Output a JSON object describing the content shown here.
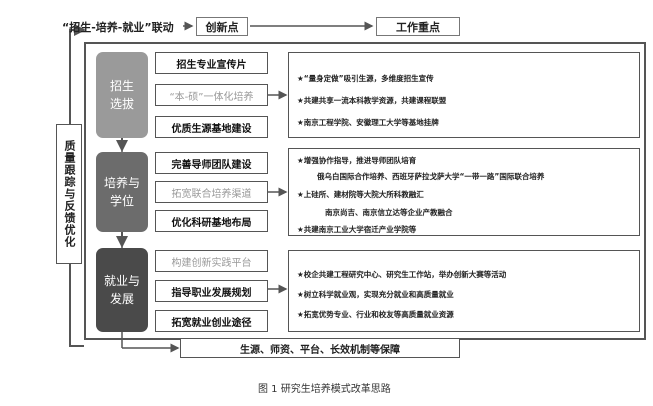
{
  "header": {
    "linkage": "“招生-培养-就业”联动",
    "innovation": "创新点",
    "focus": "工作重点"
  },
  "stages": [
    {
      "label_l1": "招生",
      "label_l2": "选拔"
    },
    {
      "label_l1": "培养与",
      "label_l2": "学位"
    },
    {
      "label_l1": "就业与",
      "label_l2": "发展"
    }
  ],
  "innovations": [
    "招生专业宣传片",
    "“本-硕”一体化培养",
    "优质生源基地建设",
    "完善导师团队建设",
    "拓宽联合培养渠道",
    "优化科研基地布局",
    "构建创新实践平台",
    "指导职业发展规划",
    "拓宽就业创业途径"
  ],
  "focus_panel_1": [
    "★“量身定做”吸引生源，多维度招生宣传",
    "★共建共享一流本科教学资源，共建课程联盟",
    "★南京工程学院、安徽理工大学等基地挂牌"
  ],
  "focus_panel_2": [
    "★增强协作指导，推进导师团队培育",
    "俄乌白国际合作培养、西班牙萨拉戈萨大学“一带一路”国际联合培养",
    "★上硅所、建材院等大院大所科教融汇",
    "南京尚吉、南京信立达等企业产教融合",
    "★共建南京工业大学宿迁产业学院等"
  ],
  "focus_panel_3": [
    "★校企共建工程研究中心、研究生工作站，举办创新大赛等活动",
    "★树立科学就业观，实现充分就业和高质量就业",
    "★拓宽优势专业、行业和校友等高质量就业资源"
  ],
  "feedback": "质量跟踪与反馈优化",
  "bottom": "生源、师资、平台、长效机制等保障",
  "caption": "图 1   研究生培养模式改革思路"
}
